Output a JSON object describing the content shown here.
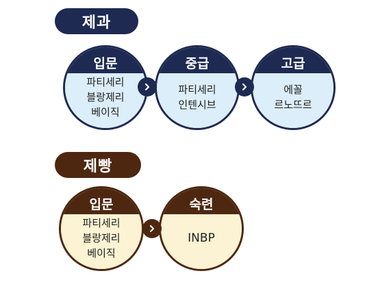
{
  "pastry": {
    "title": "제과",
    "steps": [
      {
        "label": "입문",
        "text": "파티세리\n블랑제리\n베이직"
      },
      {
        "label": "중급",
        "text": "파티세리\n인텐시브"
      },
      {
        "label": "고급",
        "text": "에꼴\n르노뜨르"
      }
    ]
  },
  "bakery": {
    "title": "제빵",
    "steps": [
      {
        "label": "입문",
        "text": "파티세리\n블랑제리\n베이직"
      },
      {
        "label": "숙련",
        "text": "INBP"
      }
    ]
  },
  "colors": {
    "pastry_dark": "#1e2a52",
    "pastry_light": "#dceefa",
    "bakery_dark": "#4e2710",
    "bakery_light": "#fbf3d3"
  },
  "icons": {
    "arrow": "chevron-right-icon"
  }
}
